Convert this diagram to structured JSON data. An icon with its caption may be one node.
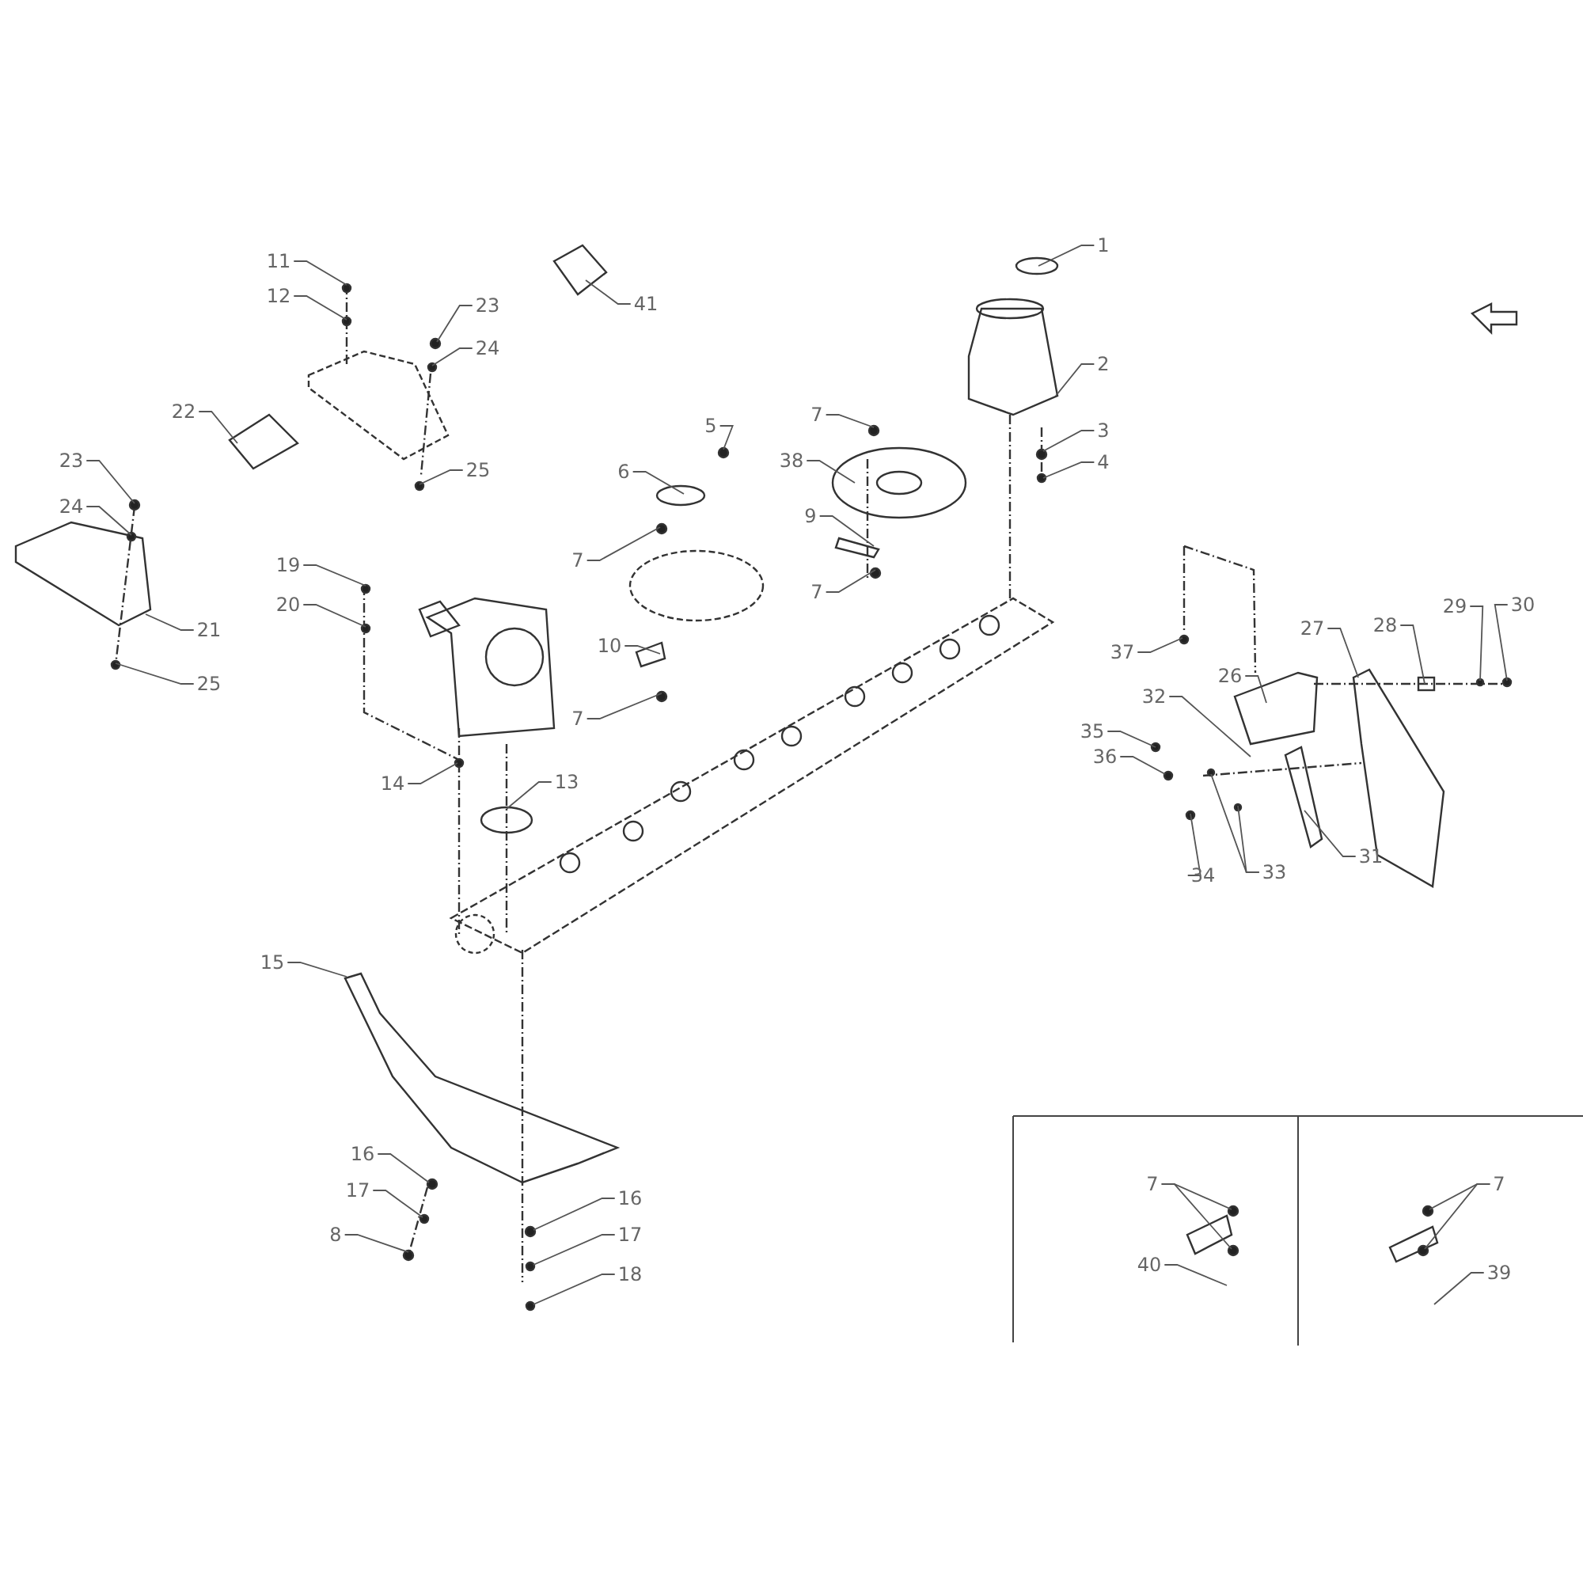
{
  "diagram": {
    "nodes": [
      {
        "text": [
          "1"
        ]
      },
      {
        "text": [
          "2"
        ]
      },
      {
        "text": [
          "3"
        ]
      },
      {
        "text": [
          "4"
        ]
      },
      {
        "text": [
          "5"
        ]
      },
      {
        "text": [
          "6"
        ]
      },
      {
        "text": [
          "7"
        ]
      },
      {
        "text": [
          "7"
        ]
      },
      {
        "text": [
          "7"
        ]
      },
      {
        "text": [
          "7"
        ]
      },
      {
        "text": [
          "38"
        ]
      },
      {
        "text": [
          "9"
        ]
      },
      {
        "text": [
          "10"
        ]
      },
      {
        "text": [
          "11"
        ]
      },
      {
        "text": [
          "12"
        ]
      },
      {
        "text": [
          "23"
        ]
      },
      {
        "text": [
          "24"
        ]
      },
      {
        "text": [
          "22"
        ]
      },
      {
        "text": [
          "41"
        ]
      },
      {
        "text": [
          "25"
        ]
      },
      {
        "text": [
          "23"
        ]
      },
      {
        "text": [
          "24"
        ]
      },
      {
        "text": [
          "21"
        ]
      },
      {
        "text": [
          "25"
        ]
      },
      {
        "text": [
          "19"
        ]
      },
      {
        "text": [
          "20"
        ]
      },
      {
        "text": [
          "14"
        ]
      },
      {
        "text": [
          "13"
        ]
      },
      {
        "text": [
          "37"
        ]
      },
      {
        "text": [
          "26"
        ]
      },
      {
        "text": [
          "27"
        ]
      },
      {
        "text": [
          "28"
        ]
      },
      {
        "text": [
          "29"
        ]
      },
      {
        "text": [
          "30"
        ]
      },
      {
        "text": [
          "32"
        ]
      },
      {
        "text": [
          "35"
        ]
      },
      {
        "text": [
          "36"
        ]
      },
      {
        "text": [
          "34"
        ]
      },
      {
        "text": [
          "33"
        ]
      },
      {
        "text": [
          "31"
        ]
      },
      {
        "text": [
          "15"
        ]
      },
      {
        "text": [
          "16"
        ]
      },
      {
        "text": [
          "17"
        ]
      },
      {
        "text": [
          "8"
        ]
      },
      {
        "text": [
          "16"
        ]
      },
      {
        "text": [
          "17"
        ]
      },
      {
        "text": [
          "18"
        ]
      },
      {
        "text": [
          "7"
        ]
      },
      {
        "text": [
          "40"
        ]
      },
      {
        "text": [
          "7"
        ]
      },
      {
        "text": [
          "39"
        ]
      }
    ],
    "edges": [
      {
        "from": 0,
        "to": null,
        "arrow": "none"
      },
      {
        "from": 1,
        "to": null,
        "arrow": "none"
      },
      {
        "from": 2,
        "to": null,
        "arrow": "none"
      },
      {
        "from": 3,
        "to": null,
        "arrow": "none"
      },
      {
        "from": 4,
        "to": null,
        "arrow": "none"
      },
      {
        "from": 5,
        "to": null,
        "arrow": "none"
      },
      {
        "from": 6,
        "to": null,
        "arrow": "none"
      },
      {
        "from": 7,
        "to": null,
        "arrow": "none"
      },
      {
        "from": 8,
        "to": null,
        "arrow": "none"
      },
      {
        "from": 9,
        "to": null,
        "arrow": "none"
      },
      {
        "from": 10,
        "to": null,
        "arrow": "none"
      },
      {
        "from": 11,
        "to": null,
        "arrow": "none"
      },
      {
        "from": 12,
        "to": null,
        "arrow": "none"
      },
      {
        "from": 13,
        "to": null,
        "arrow": "none"
      },
      {
        "from": 14,
        "to": null,
        "arrow": "none"
      },
      {
        "from": 15,
        "to": null,
        "arrow": "none"
      },
      {
        "from": 16,
        "to": null,
        "arrow": "none"
      },
      {
        "from": 17,
        "to": null,
        "arrow": "none"
      },
      {
        "from": 18,
        "to": null,
        "arrow": "none"
      },
      {
        "from": 19,
        "to": null,
        "arrow": "none"
      },
      {
        "from": 20,
        "to": null,
        "arrow": "none"
      },
      {
        "from": 21,
        "to": null,
        "arrow": "none"
      },
      {
        "from": 22,
        "to": null,
        "arrow": "none"
      },
      {
        "from": 23,
        "to": null,
        "arrow": "none"
      },
      {
        "from": 24,
        "to": null,
        "arrow": "none"
      },
      {
        "from": 25,
        "to": null,
        "arrow": "none"
      },
      {
        "from": 26,
        "to": null,
        "arrow": "none"
      },
      {
        "from": 27,
        "to": null,
        "arrow": "none"
      },
      {
        "from": 28,
        "to": null,
        "arrow": "none"
      },
      {
        "from": 29,
        "to": null,
        "arrow": "none"
      },
      {
        "from": 30,
        "to": null,
        "arrow": "none"
      },
      {
        "from": 31,
        "to": null,
        "arrow": "none"
      },
      {
        "from": 32,
        "to": null,
        "arrow": "none"
      },
      {
        "from": 33,
        "to": null,
        "arrow": "none"
      },
      {
        "from": 34,
        "to": null,
        "arrow": "none"
      },
      {
        "from": 35,
        "to": null,
        "arrow": "none"
      },
      {
        "from": 36,
        "to": null,
        "arrow": "none"
      },
      {
        "from": 37,
        "to": null,
        "arrow": "none"
      },
      {
        "from": 38,
        "to": null,
        "arrow": "none"
      },
      {
        "from": 38,
        "to": null,
        "arrow": "none"
      },
      {
        "from": 39,
        "to": null,
        "arrow": "none"
      },
      {
        "from": 40,
        "to": null,
        "arrow": "none"
      },
      {
        "from": 41,
        "to": null,
        "arrow": "none"
      },
      {
        "from": 42,
        "to": null,
        "arrow": "none"
      },
      {
        "from": 43,
        "to": null,
        "arrow": "none"
      },
      {
        "from": 44,
        "to": null,
        "arrow": "none"
      },
      {
        "from": 45,
        "to": null,
        "arrow": "none"
      },
      {
        "from": 46,
        "to": null,
        "arrow": "none"
      },
      {
        "from": 47,
        "to": null,
        "arrow": "none"
      },
      {
        "from": 47,
        "to": null,
        "arrow": "none"
      },
      {
        "from": 48,
        "to": null,
        "arrow": "none"
      },
      {
        "from": 49,
        "to": null,
        "arrow": "none"
      },
      {
        "from": 49,
        "to": null,
        "arrow": "none"
      },
      {
        "from": 50,
        "to": null,
        "arrow": "none"
      }
    ]
  }
}
